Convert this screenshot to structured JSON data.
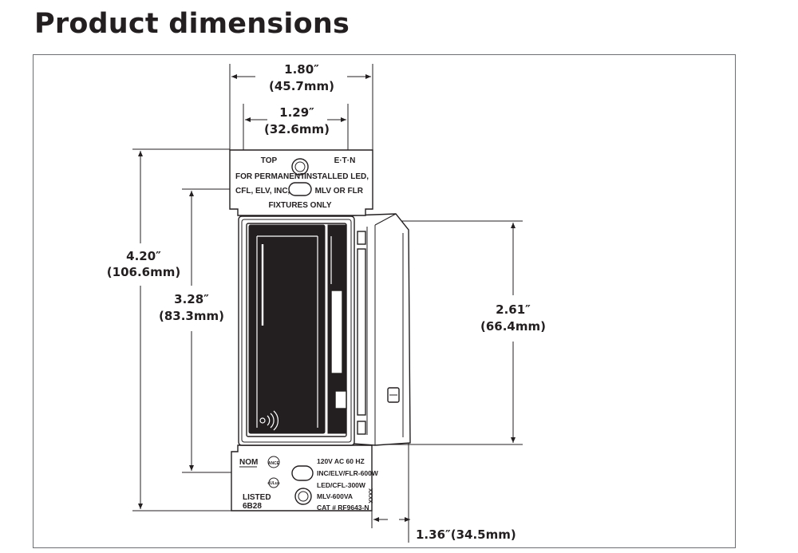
{
  "page": {
    "title": "Product dimensions"
  },
  "dimensions": {
    "overall_width": {
      "inches": "1.80″",
      "mm": "(45.7mm)"
    },
    "paddle_width": {
      "inches": "1.29″",
      "mm": "(32.6mm)"
    },
    "overall_height": {
      "inches": "4.20″",
      "mm": "(106.6mm)"
    },
    "mount_height": {
      "inches": "3.28″",
      "mm": "(83.3mm)"
    },
    "body_height": {
      "inches": "2.61″",
      "mm": "(66.4mm)"
    },
    "depth": {
      "label": "1.36″(34.5mm)"
    }
  },
  "top_strap": {
    "top": "TOP",
    "brand": "E·T·N",
    "line1_left": "FOR PERMANENT",
    "line1_right": "INSTALLED LED,",
    "line2_left": "CFL, ELV, INC,",
    "line2_right": "MLV OR FLR",
    "line3": "FIXTURES ONLY"
  },
  "bottom_strap": {
    "nom": "NOM",
    "ance": "ANCE",
    "ul_mark": "cULus",
    "listed": "LISTED",
    "listed_code": "6B28",
    "rating1": "120V AC 60 HZ",
    "rating2": "INC/ELV/FLR-600W",
    "rating3": "LED/CFL-300W",
    "rating4": "MLV-600VA",
    "cat": "CAT # RF9643-N",
    "code": "XXXX"
  },
  "colors": {
    "line": "#231f20",
    "frame": "#6d6e71"
  }
}
